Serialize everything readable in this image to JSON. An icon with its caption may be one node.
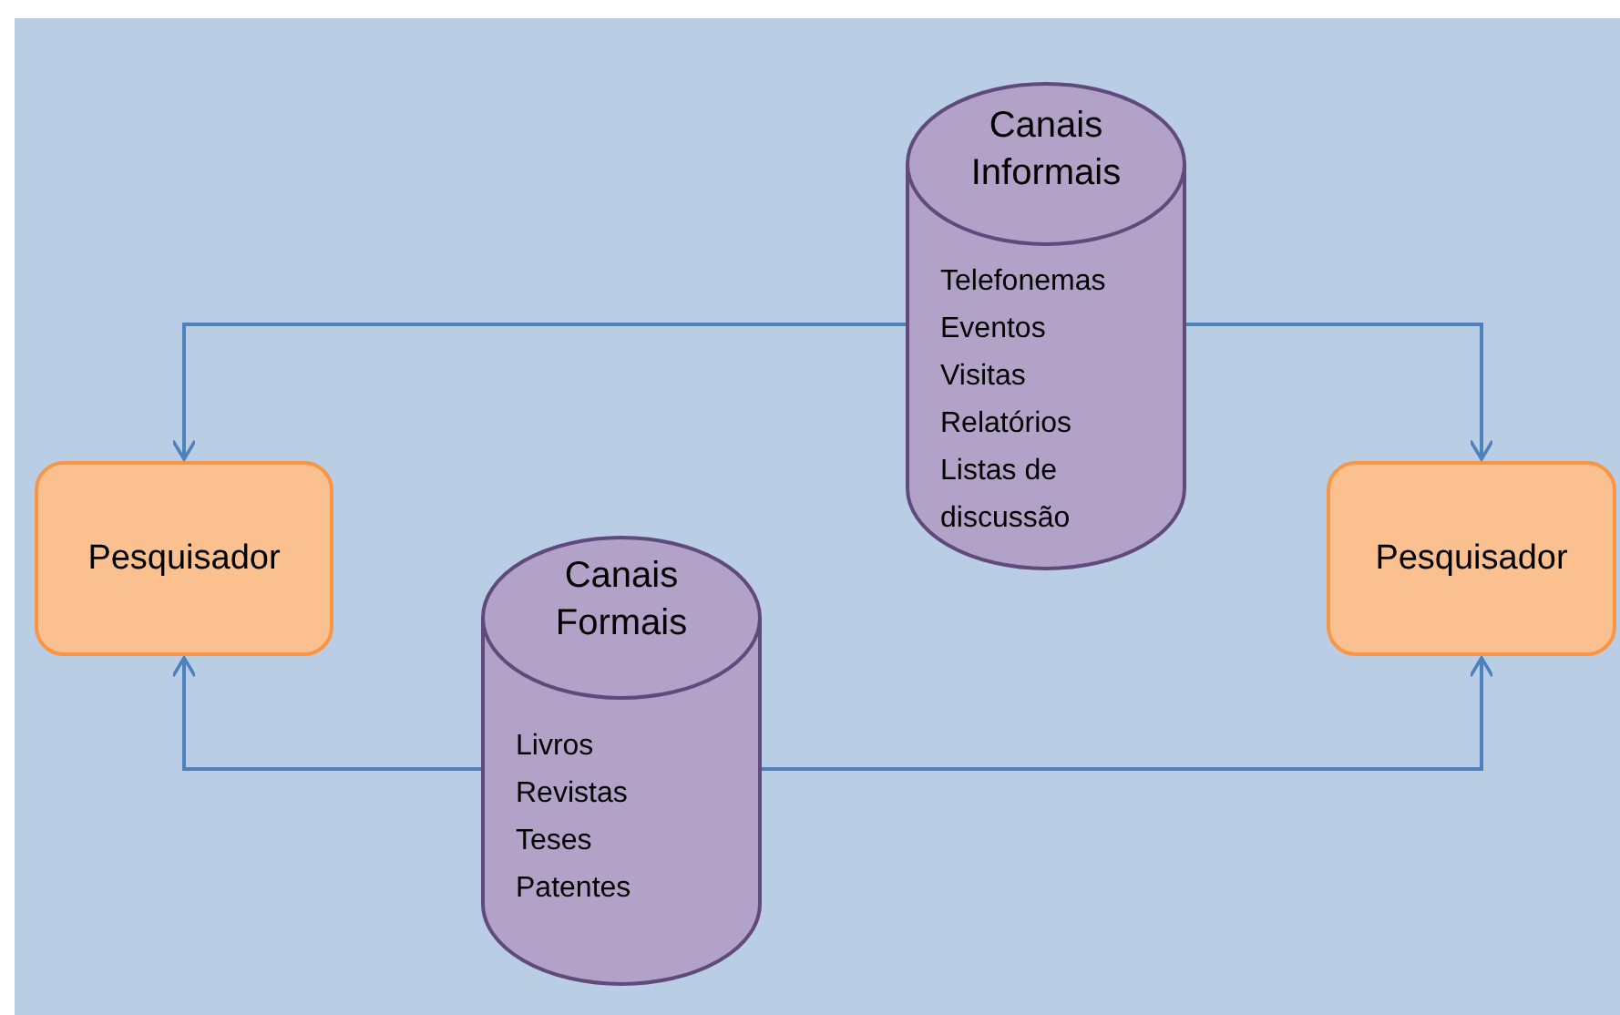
{
  "diagram": {
    "nodes": [
      {
        "text": [
          "Pesquisador"
        ]
      },
      {
        "text": [
          "Canais Informais",
          "Telefonemas",
          "Eventos",
          "Visitas",
          "Relatórios",
          "Listas de discussão"
        ]
      },
      {
        "text": [
          "Pesquisador"
        ]
      },
      {
        "text": [
          "Canais Formais",
          "Livros",
          "Revistas",
          "Teses",
          "Patentes"
        ]
      }
    ],
    "edges": [
      {
        "from": 1,
        "to": 0,
        "arrow": "to"
      },
      {
        "from": 1,
        "to": 2,
        "arrow": "to"
      },
      {
        "from": 3,
        "to": 0,
        "arrow": "to"
      },
      {
        "from": 3,
        "to": 2,
        "arrow": "to"
      }
    ]
  }
}
